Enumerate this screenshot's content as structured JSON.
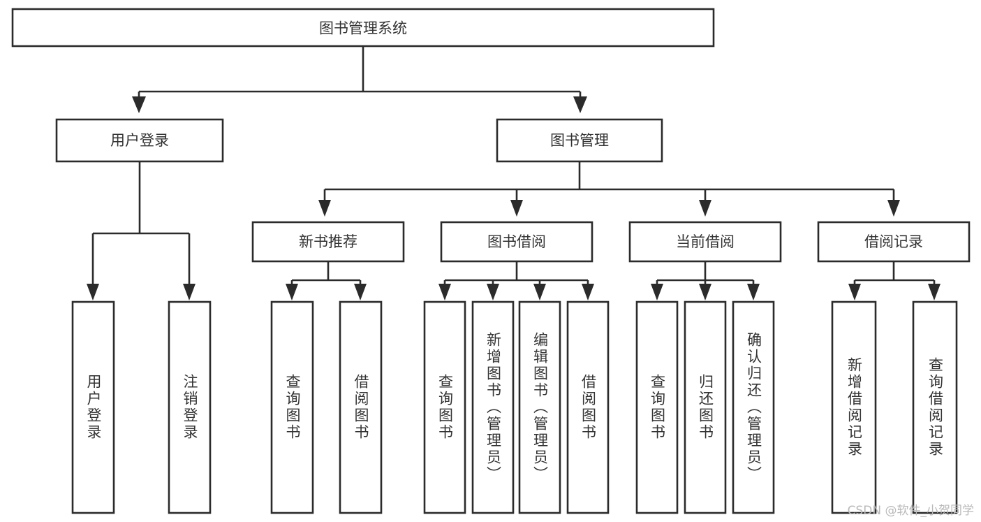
{
  "diagram": {
    "title": "图书管理系统",
    "type": "tree-hierarchy",
    "colors": {
      "box_stroke": "#2b2b2b",
      "box_fill": "#ffffff",
      "text": "#333333",
      "background": "#ffffff",
      "watermark": "#b9b9b9"
    },
    "root": {
      "label": "图书管理系统"
    },
    "level1": [
      {
        "label": "用户登录"
      },
      {
        "label": "图书管理"
      }
    ],
    "level2": [
      {
        "label": "新书推荐"
      },
      {
        "label": "图书借阅"
      },
      {
        "label": "当前借阅"
      },
      {
        "label": "借阅记录"
      }
    ],
    "leaves": {
      "user_login": [
        {
          "label": "用户登录"
        },
        {
          "label": "注销登录"
        }
      ],
      "new_book_recommend": [
        {
          "label": "查询图书"
        },
        {
          "label": "借阅图书"
        }
      ],
      "book_borrow": [
        {
          "label": "查询图书"
        },
        {
          "label": "新增图书（管理员）"
        },
        {
          "label": "编辑图书（管理员）"
        },
        {
          "label": "借阅图书"
        }
      ],
      "current_borrow": [
        {
          "label": "查询图书"
        },
        {
          "label": "归还图书"
        },
        {
          "label": "确认归还（管理员）"
        }
      ],
      "borrow_record": [
        {
          "label": "新增借阅记录"
        },
        {
          "label": "查询借阅记录"
        }
      ]
    }
  },
  "watermark": {
    "text": "CSDN @软件_小贺同学"
  }
}
